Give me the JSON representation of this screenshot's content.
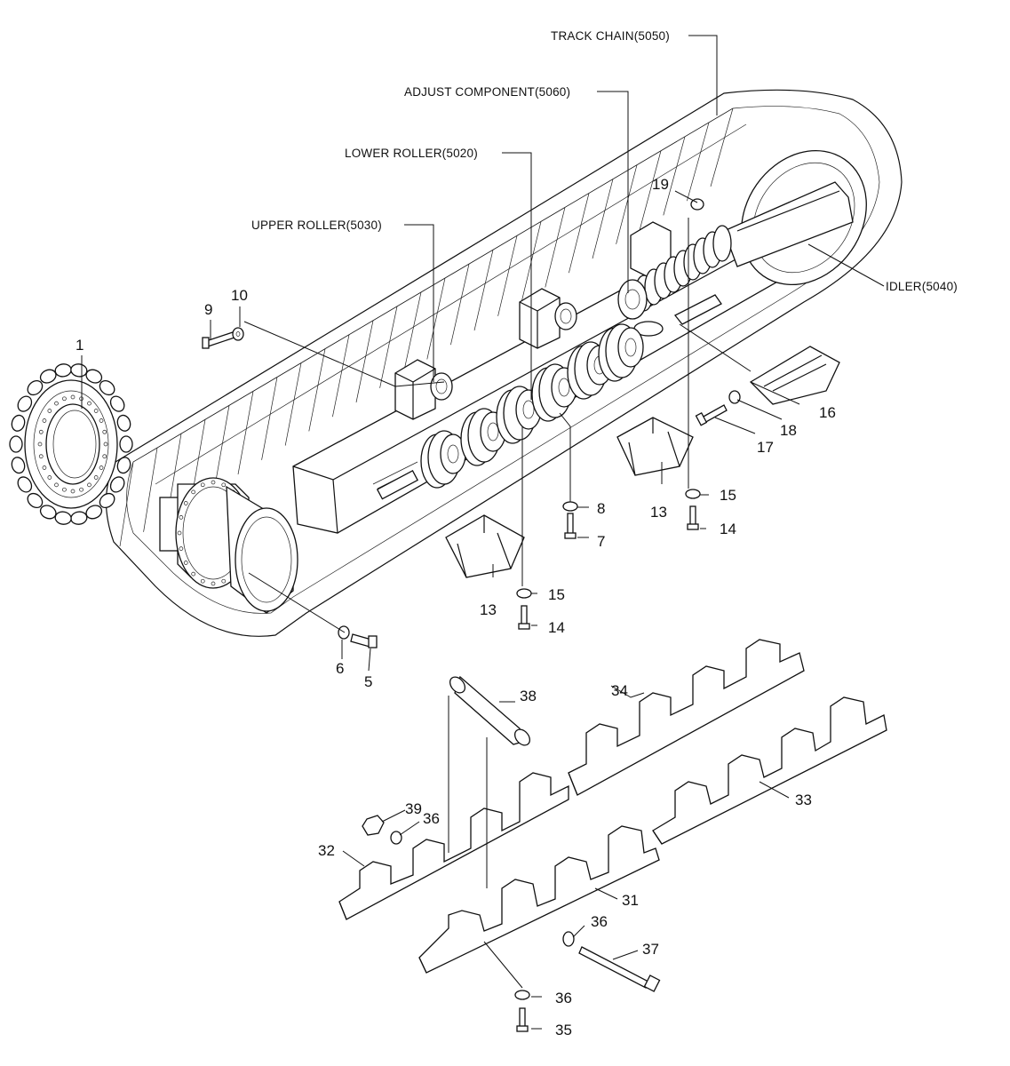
{
  "callouts": [
    {
      "id": "c1",
      "text": "1"
    },
    {
      "id": "c5",
      "text": "5"
    },
    {
      "id": "c6",
      "text": "6"
    },
    {
      "id": "c7",
      "text": "7"
    },
    {
      "id": "c8",
      "text": "8"
    },
    {
      "id": "c9",
      "text": "9"
    },
    {
      "id": "c10",
      "text": "10"
    },
    {
      "id": "c13a",
      "text": "13"
    },
    {
      "id": "c13b",
      "text": "13"
    },
    {
      "id": "c14a",
      "text": "14"
    },
    {
      "id": "c14b",
      "text": "14"
    },
    {
      "id": "c15a",
      "text": "15"
    },
    {
      "id": "c15b",
      "text": "15"
    },
    {
      "id": "c16",
      "text": "16"
    },
    {
      "id": "c17",
      "text": "17"
    },
    {
      "id": "c18",
      "text": "18"
    },
    {
      "id": "c19",
      "text": "19"
    },
    {
      "id": "c31",
      "text": "31"
    },
    {
      "id": "c32",
      "text": "32"
    },
    {
      "id": "c33",
      "text": "33"
    },
    {
      "id": "c34",
      "text": "34"
    },
    {
      "id": "c35",
      "text": "35"
    },
    {
      "id": "c36a",
      "text": "36"
    },
    {
      "id": "c36b",
      "text": "36"
    },
    {
      "id": "c36c",
      "text": "36"
    },
    {
      "id": "c37",
      "text": "37"
    },
    {
      "id": "c38",
      "text": "38"
    },
    {
      "id": "c39",
      "text": "39"
    }
  ],
  "captions": {
    "track_chain": "TRACK CHAIN(5050)",
    "adjust_component": "ADJUST COMPONENT(5060)",
    "lower_roller": "LOWER ROLLER(5020)",
    "upper_roller": "UPPER ROLLER(5030)",
    "idler": "IDLER(5040)"
  }
}
